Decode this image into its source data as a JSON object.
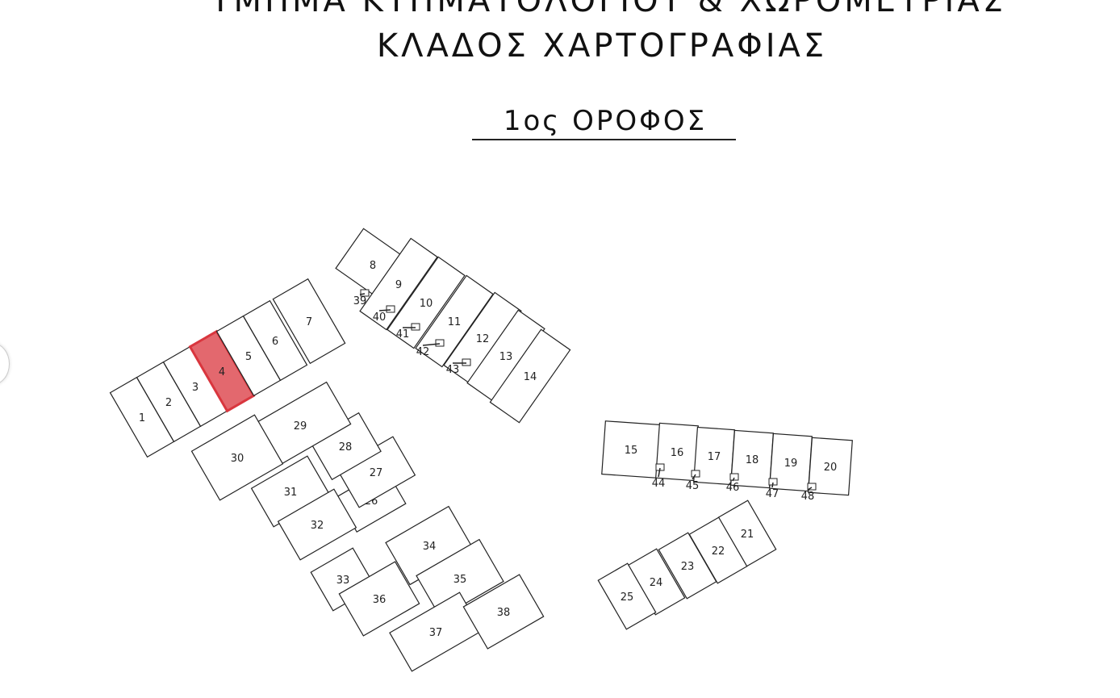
{
  "header": {
    "department": "ΤΜΗΜΑ ΚΤΗΜΑΤΟΛΟΓΙΟΥ & ΧΩΡΟΜΕΤΡΙΑΣ",
    "branch": "ΚΛΑΔΟΣ ΧΑΡΤΟΓΡΑΦΙΑΣ",
    "floor": "1ος ΟΡΟΦΟΣ"
  },
  "plan": {
    "units": [
      "1",
      "2",
      "3",
      "4",
      "5",
      "6",
      "7",
      "8",
      "9",
      "10",
      "11",
      "12",
      "13",
      "14",
      "15",
      "16",
      "17",
      "18",
      "19",
      "20",
      "21",
      "22",
      "23",
      "24",
      "25",
      "26",
      "27",
      "28",
      "29",
      "30",
      "31",
      "32",
      "33",
      "34",
      "35",
      "36",
      "37",
      "38"
    ],
    "markers": [
      "39",
      "40",
      "41",
      "42",
      "43",
      "44",
      "45",
      "46",
      "47",
      "48"
    ],
    "highlighted_unit": "4",
    "highlight_color": "#d9363e",
    "line_color": "#222222"
  }
}
